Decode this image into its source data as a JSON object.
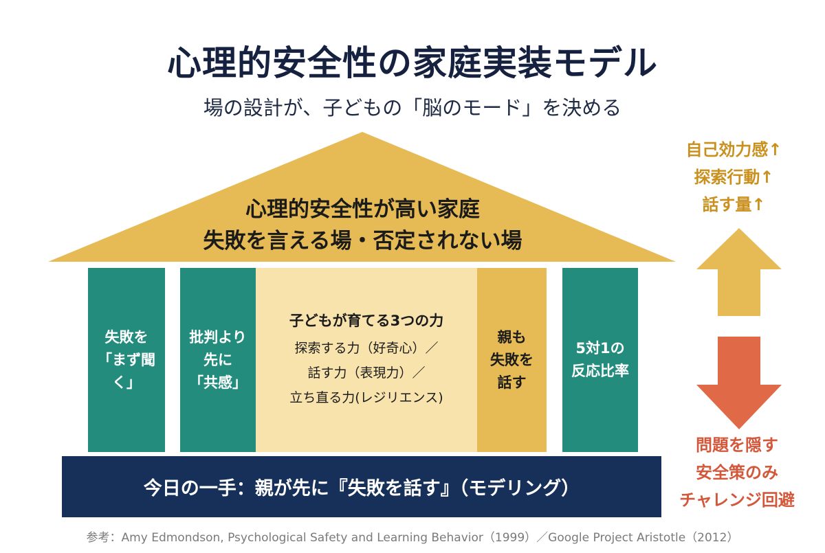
{
  "title": "心理的安全性の家庭実装モデル",
  "subtitle": "場の設計が、子どもの「脳のモード」を決める",
  "roof": {
    "line1": "心理的安全性が高い家庭",
    "line2": "失敗を言える場・否定されない場"
  },
  "pillars": [
    {
      "lines": [
        "失敗を",
        "「まず聞く」"
      ]
    },
    {
      "lines": [
        "批判より",
        "先に",
        "「共感」"
      ]
    },
    {
      "lines": [
        "親も",
        "失敗を",
        "話す"
      ]
    },
    {
      "lines": [
        "5対1の",
        "反応比率"
      ]
    }
  ],
  "center": {
    "heading": "子どもが育てる3つの力",
    "lines": [
      "探索する力（好奇心）／",
      "話す力（表現力）／",
      "立ち直る力(レジリエンス)"
    ]
  },
  "base": {
    "text": "今日の一手：親が先に『失敗を話す』（モデリング）"
  },
  "right_top": {
    "lines": [
      "自己効力感↑",
      "探索行動↑",
      "話す量↑"
    ]
  },
  "right_bottom": {
    "lines": [
      "問題を隠す",
      "安全策のみ",
      "チャレンジ回避"
    ]
  },
  "reference": "参考：Amy Edmondson, Psychological Safety and Learning Behavior（1999）／Google Project Aristotle（2012）",
  "colors": {
    "navy": "#16305a",
    "teal": "#248c7d",
    "gold": "#e6bb55",
    "cream": "#f8e3ad",
    "orange_red": "#e06a47",
    "gold_text": "#c9901e",
    "red_text": "#d3583b"
  },
  "icons": {
    "up": "arrow-up-icon",
    "down": "arrow-down-icon"
  }
}
